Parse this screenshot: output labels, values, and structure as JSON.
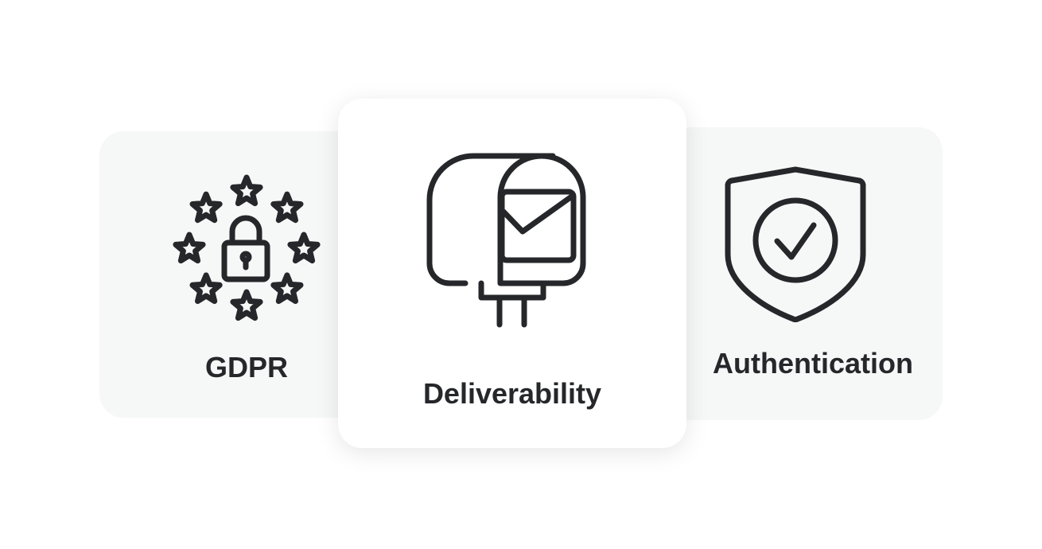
{
  "cards": [
    {
      "label": "GDPR",
      "icon": "eu-stars-lock-icon"
    },
    {
      "label": "Deliverability",
      "icon": "mailbox-icon"
    },
    {
      "label": "Authentication",
      "icon": "shield-check-icon"
    }
  ],
  "colors": {
    "text": "#25272a",
    "side_card_bg": "#f6f7f7",
    "center_card_bg": "#ffffff"
  }
}
